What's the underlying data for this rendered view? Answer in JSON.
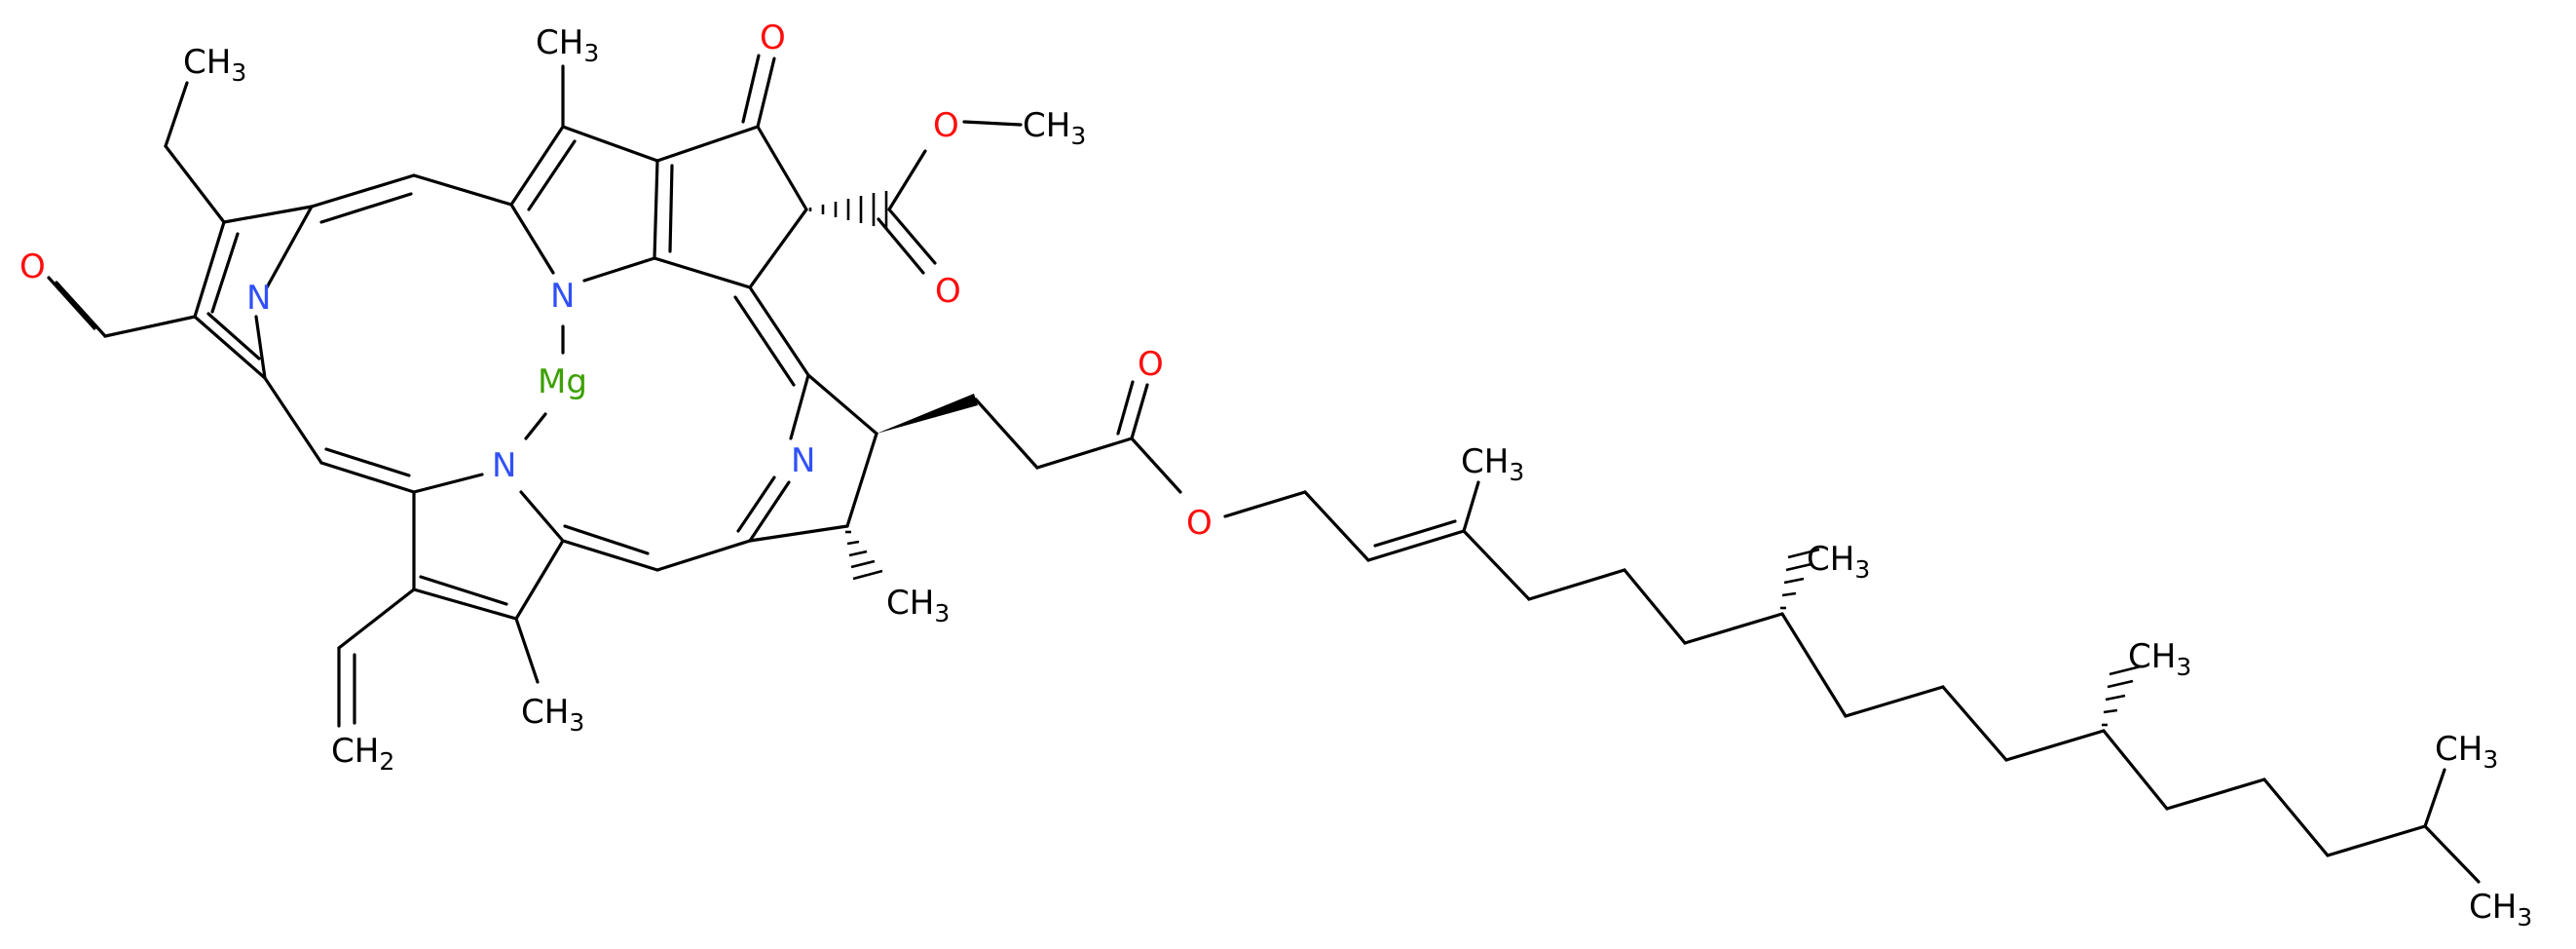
{
  "molecule": {
    "atoms": {
      "n1": {
        "text": "N",
        "color": "#3050F8"
      },
      "n2": {
        "text": "N",
        "color": "#3050F8"
      },
      "n3": {
        "text": "N",
        "color": "#3050F8"
      },
      "n4": {
        "text": "N",
        "color": "#3050F8"
      },
      "mg": {
        "text": "Mg",
        "color": "#3DA000"
      },
      "o_aldehyde": {
        "text": "O",
        "color": "#FF0D0D"
      },
      "o_ketone": {
        "text": "O",
        "color": "#FF0D0D"
      },
      "o_ester_methoxy": {
        "text": "O",
        "color": "#FF0D0D"
      },
      "o_ester_carbonyl": {
        "text": "O",
        "color": "#FF0D0D"
      },
      "o_propionate_carbonyl": {
        "text": "O",
        "color": "#FF0D0D"
      },
      "o_propionate_ether": {
        "text": "O",
        "color": "#FF0D0D"
      },
      "ch3_ethyl": {
        "text": "CH",
        "sub": "3",
        "color": "#000000"
      },
      "ch3_top": {
        "text": "CH",
        "sub": "3",
        "color": "#000000"
      },
      "ch3_ester": {
        "text": "CH",
        "sub": "3",
        "color": "#000000"
      },
      "ch3_ring": {
        "text": "CH",
        "sub": "3",
        "color": "#000000"
      },
      "ch3_bottom": {
        "text": "CH",
        "sub": "3",
        "color": "#000000"
      },
      "ch2_vinyl": {
        "text": "CH",
        "sub": "2",
        "color": "#000000"
      },
      "ch3_phytyl1": {
        "text": "CH",
        "sub": "3",
        "color": "#000000"
      },
      "ch3_phytyl2": {
        "text": "CH",
        "sub": "3",
        "color": "#000000"
      },
      "ch3_phytyl3": {
        "text": "CH",
        "sub": "3",
        "color": "#000000"
      },
      "ch3_phytyl4": {
        "text": "CH",
        "sub": "3",
        "color": "#000000"
      },
      "ch3_phytyl5": {
        "text": "CH",
        "sub": "3",
        "color": "#000000"
      }
    }
  }
}
